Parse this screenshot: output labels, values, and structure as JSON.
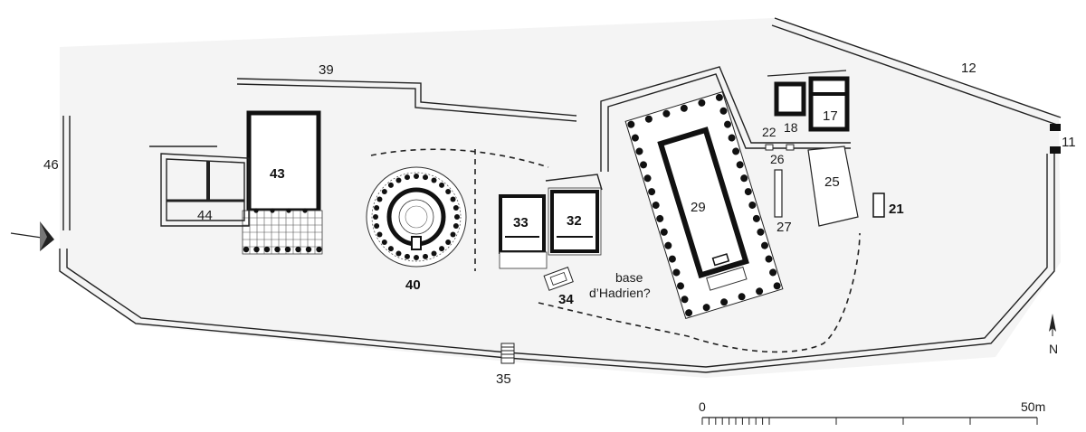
{
  "plan": {
    "background": "#f4f4f4",
    "ink": "#111111",
    "labels": {
      "wall_12": "12",
      "wall_11": "11",
      "bldg_17": "17",
      "bldg_18": "18",
      "bldg_22": "22",
      "bldg_26": "26",
      "bldg_25": "25",
      "bldg_27": "27",
      "bldg_21": "21",
      "temple_29": "29",
      "wall_39": "39",
      "wall_46": "46",
      "bldg_43": "43",
      "bldg_44": "44",
      "tholos_40": "40",
      "bldg_33": "33",
      "bldg_32": "32",
      "base_34": "34",
      "base_hadrien_line1": "base",
      "base_hadrien_line2": "d’Hadrien?",
      "stair_35": "35",
      "north": "N"
    },
    "scale": {
      "start_label": "0",
      "end_label": "50m"
    }
  }
}
